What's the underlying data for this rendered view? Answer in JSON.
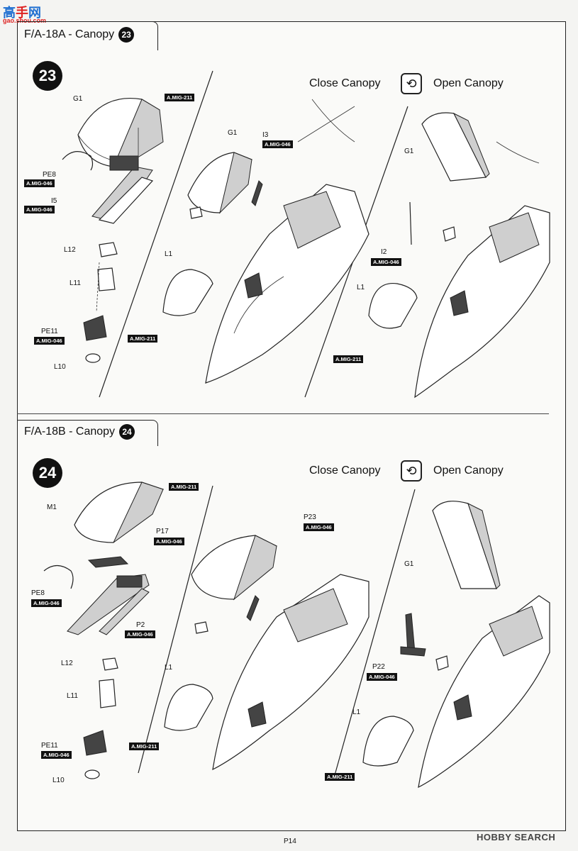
{
  "watermark": {
    "chars": [
      "高",
      "手",
      "网"
    ],
    "sub": "gao.shou.com"
  },
  "sections": [
    {
      "title": "F/A-18A - Canopy",
      "step": "23",
      "close_label": "Close Canopy",
      "open_label": "Open Canopy",
      "parts": {
        "g1a": "G1",
        "pe8": "PE8",
        "i5": "I5",
        "l12": "L12",
        "l11": "L11",
        "pe11": "PE11",
        "l10": "L10",
        "g1b": "G1",
        "i3": "I3",
        "l1b": "L1",
        "g1c": "G1",
        "i2": "I2",
        "l1c": "L1"
      },
      "paints": {
        "g1a": "A.MIG-211",
        "pe8": "A.MIG-046",
        "i5": "A.MIG-046",
        "pe11": "A.MIG-046",
        "i3": "A.MIG-046",
        "l1b": "A.MIG-211",
        "i2": "A.MIG-046",
        "l1c": "A.MIG-211"
      }
    },
    {
      "title": "F/A-18B - Canopy",
      "step": "24",
      "close_label": "Close Canopy",
      "open_label": "Open Canopy",
      "parts": {
        "m1": "M1",
        "p17": "P17",
        "pe8": "PE8",
        "p2": "P2",
        "l12": "L12",
        "l11": "L11",
        "pe11": "PE11",
        "l10": "L10",
        "p23": "P23",
        "l1b": "L1",
        "g1c": "G1",
        "p22": "P22",
        "l1c": "L1"
      },
      "paints": {
        "m1": "A.MIG-211",
        "p17": "A.MIG-046",
        "pe8": "A.MIG-046",
        "p2": "A.MIG-046",
        "pe11": "A.MIG-046",
        "p23": "A.MIG-046",
        "l1b": "A.MIG-211",
        "p22": "A.MIG-046",
        "l1c": "A.MIG-211"
      }
    }
  ],
  "page_number": "P14",
  "brand": "HOBBY SEARCH",
  "icons": {
    "swap": "swap-canopy-icon",
    "brand_logo": "hobbysearch-logo-icon"
  }
}
